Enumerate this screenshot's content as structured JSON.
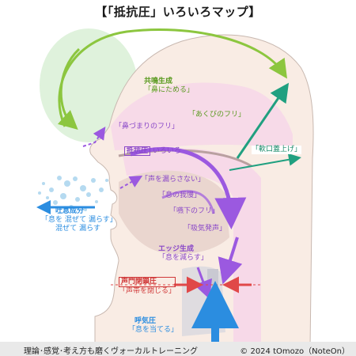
{
  "title": "【「抵抗圧」いろいろマップ】",
  "labels": {
    "resonance": {
      "head": "共鳴生成",
      "body": "「鼻にためる」"
    },
    "yawn": {
      "body": "「あくびのフリ」"
    },
    "nasal": {
      "body": "「鼻づまりのフリ」"
    },
    "raise": {
      "body": "「軟口蓋上げ」"
    },
    "resist": {
      "head": "抵抗圧",
      "body": "いろいろ"
    },
    "noleak": {
      "body": "「声を漏らさない」"
    },
    "hold": {
      "body": "「息の我慢」"
    },
    "swallow": {
      "body": "「嚥下のフリ」"
    },
    "inhale": {
      "body": "「吸気発声」"
    },
    "breathy": {
      "head": "吐息成分",
      "body1": "「息を 混ぜて 漏らす」",
      "body2": "混ぜて 漏らす"
    },
    "edge": {
      "head": "エッジ生成",
      "body": "「息を減らす」"
    },
    "glottal": {
      "head": "声門閉鎖圧",
      "body": "「声帯を閉じる」"
    },
    "exhale": {
      "head": "呼気圧",
      "body": "「息を当てる」"
    }
  },
  "footer": {
    "left": "理論･感覚･考え方も磨くヴォーカルトレーニング",
    "right": "© 2024 tOmozo（NoteOn）"
  },
  "colors": {
    "green": "#8cc63f",
    "teal": "#20a080",
    "purple": "#9b59e0",
    "blue": "#2b8de0",
    "red": "#e04848",
    "pink": "#f7d9e8",
    "mint": "#dff2dc"
  }
}
